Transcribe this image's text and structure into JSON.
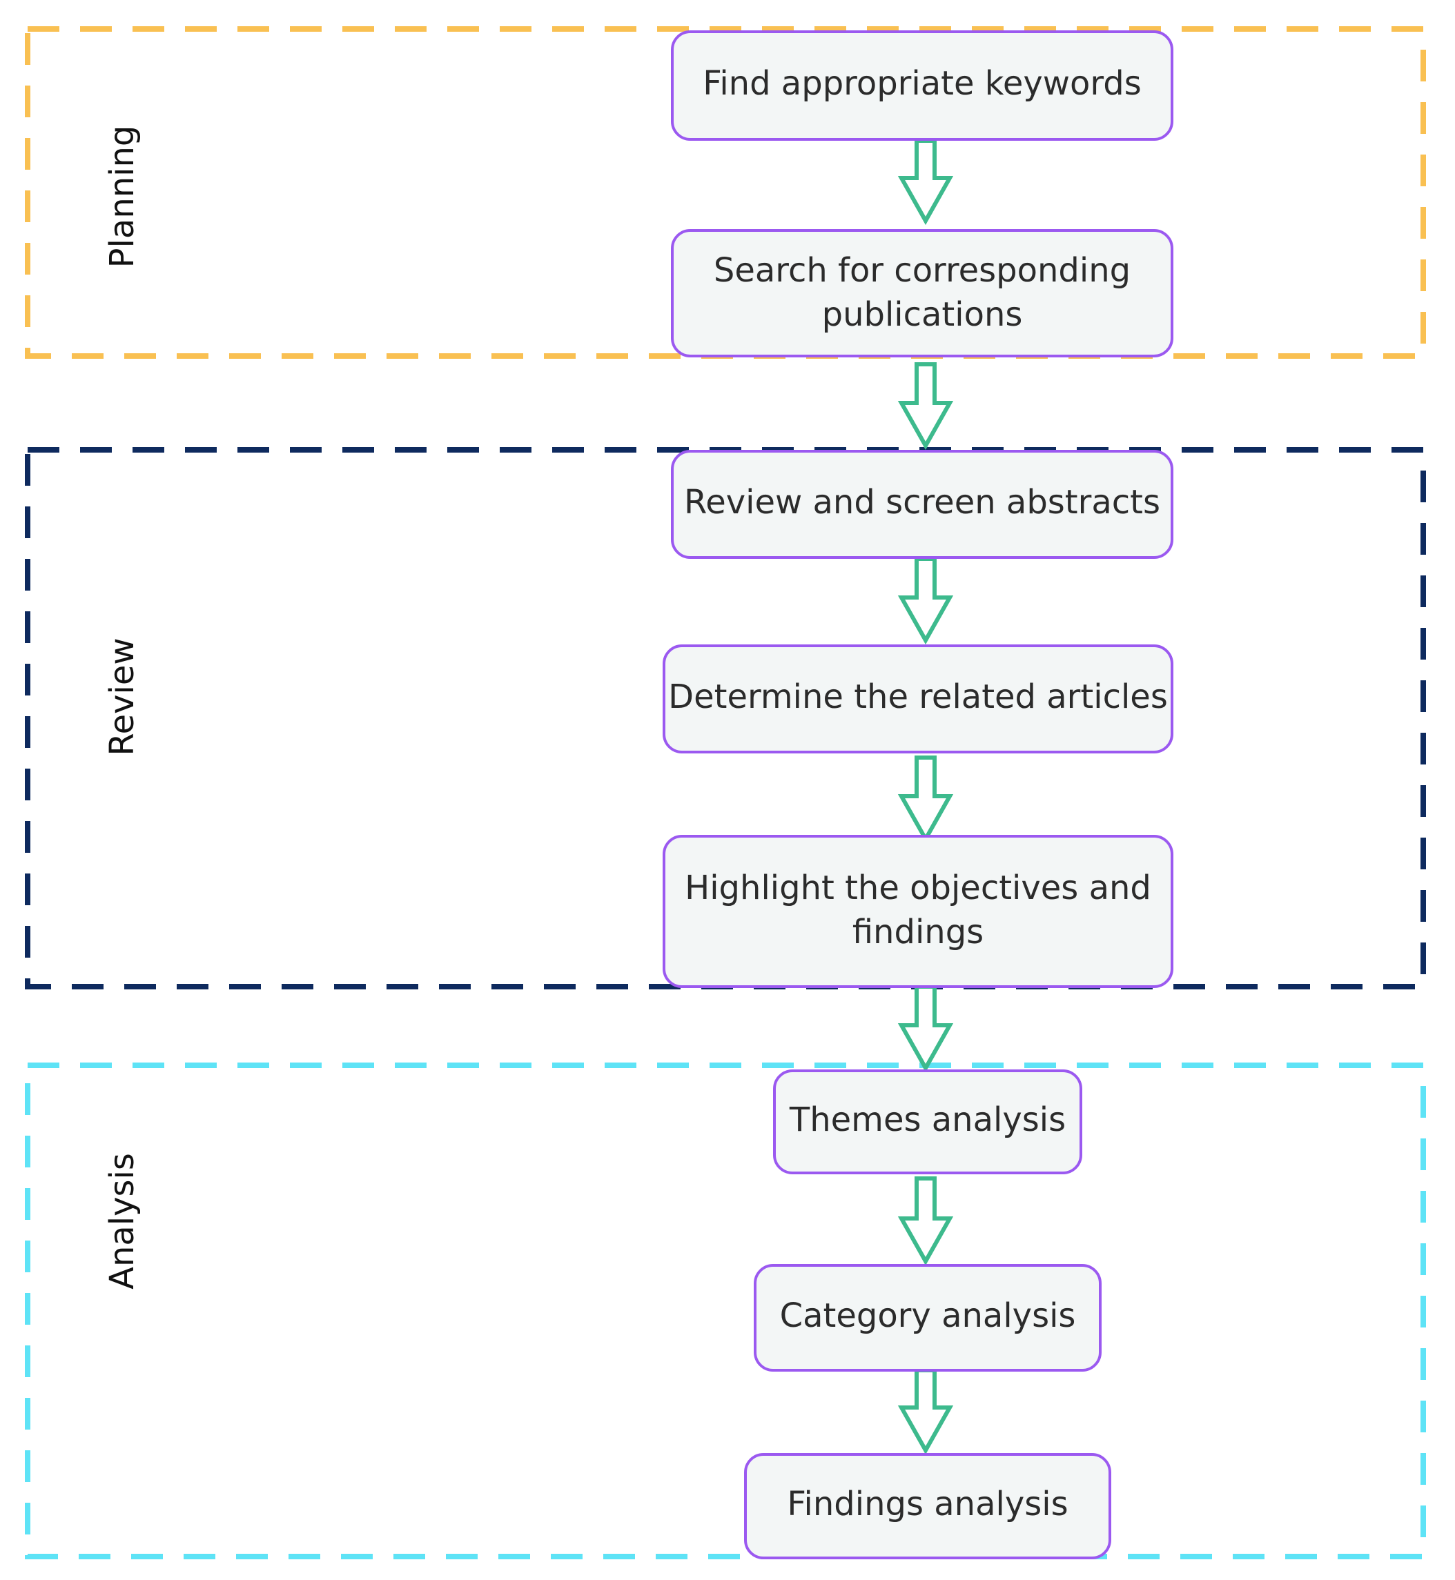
{
  "stages": [
    {
      "label": "Planning",
      "color": "#f9c052"
    },
    {
      "label": "Review",
      "color": "#0e2a5e"
    },
    {
      "label": "Analysis",
      "color": "#5ee3f6"
    }
  ],
  "steps": [
    {
      "lines": [
        "Find appropriate keywords"
      ]
    },
    {
      "lines": [
        "Search for corresponding",
        "publications"
      ]
    },
    {
      "lines": [
        "Review and screen abstracts"
      ]
    },
    {
      "lines": [
        "Determine the related articles"
      ]
    },
    {
      "lines": [
        "Highlight the objectives and",
        "findings"
      ]
    },
    {
      "lines": [
        "Themes analysis"
      ]
    },
    {
      "lines": [
        "Category analysis"
      ]
    },
    {
      "lines": [
        "Findings analysis"
      ]
    }
  ],
  "colors": {
    "node_border": "#9b59f0",
    "node_fill": "#f3f6f6",
    "arrow": "#3dba8d"
  }
}
